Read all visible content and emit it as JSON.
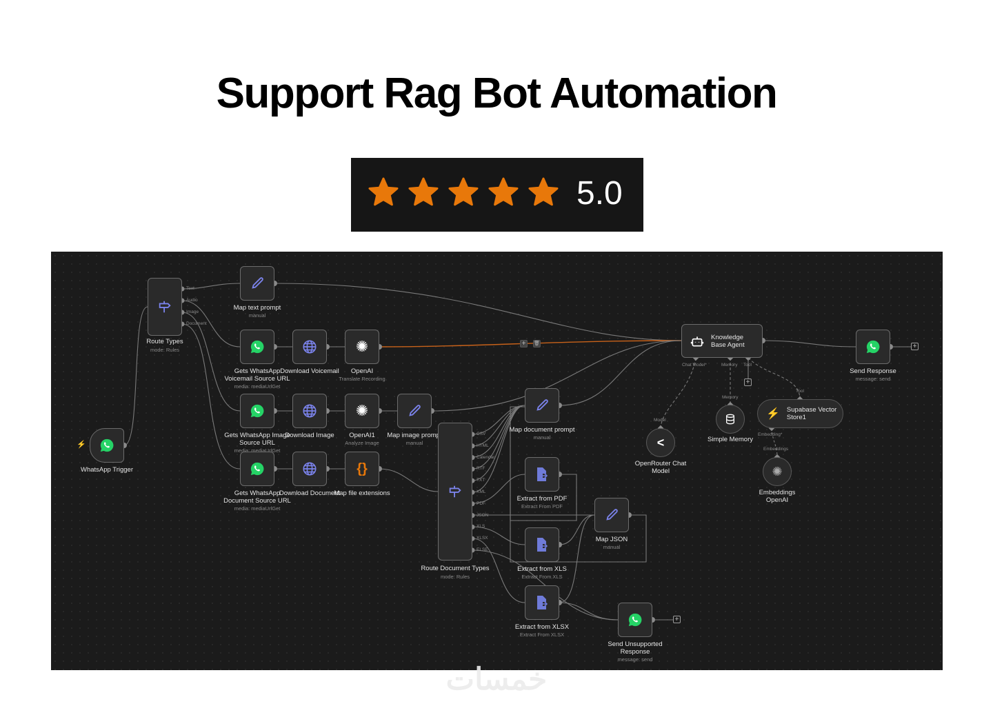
{
  "title": "Support Rag Bot Automation",
  "rating": {
    "stars": 5,
    "max": 5,
    "score": "5.0",
    "star_color": "#e8780a"
  },
  "watermark": "خمسات",
  "nodes": {
    "trigger": {
      "label": "WhatsApp Trigger"
    },
    "route_types": {
      "label": "Route Types",
      "sub": "mode: Rules",
      "ports": [
        "Text",
        "Audio",
        "Image",
        "Document"
      ]
    },
    "map_text": {
      "label": "Map text prompt",
      "sub": "manual"
    },
    "voicemail_url": {
      "label1": "Gets WhatsApp",
      "label2": "Voicemail Source URL",
      "sub": "media: mediaUrlGet"
    },
    "download_voicemail": {
      "label": "Download Voicemail"
    },
    "openai": {
      "label": "OpenAI",
      "sub": "Translate Recording"
    },
    "image_url": {
      "label1": "Gets WhatsApp Image",
      "label2": "Source URL",
      "sub": "media: mediaUrlGet"
    },
    "download_image": {
      "label": "Download Image"
    },
    "openai1": {
      "label": "OpenAI1",
      "sub": "Analyze Image"
    },
    "map_image": {
      "label": "Map image prompt",
      "sub": "manual"
    },
    "doc_url": {
      "label1": "Gets WhatsApp",
      "label2": "Document Source URL",
      "sub": "media: mediaUrlGet"
    },
    "download_doc": {
      "label": "Download Document"
    },
    "map_ext": {
      "label": "Map file extensions"
    },
    "route_doc": {
      "label": "Route Document Types",
      "sub": "mode: Rules",
      "ports": [
        "CSV",
        "HTML",
        "Calendar",
        "RTF",
        "TXT",
        "XML",
        "PDF",
        "JSON",
        "XLS",
        "XLSX",
        "ELSE"
      ]
    },
    "map_doc": {
      "label": "Map document prompt",
      "sub": "manual"
    },
    "extract_pdf": {
      "label": "Extract from PDF",
      "sub": "Extract From PDF"
    },
    "map_json": {
      "label": "Map JSON",
      "sub": "manual"
    },
    "extract_xls": {
      "label": "Extract from XLS",
      "sub": "Extract From XLS"
    },
    "extract_xlsx": {
      "label": "Extract from XLSX",
      "sub": "Extract From XLSX"
    },
    "send_unsupported": {
      "label1": "Send Unsupported",
      "label2": "Response",
      "sub": "message: send"
    },
    "agent": {
      "label1": "Knowledge",
      "label2": "Base Agent",
      "ports": [
        "Chat Model*",
        "Memory",
        "Tool"
      ]
    },
    "send_response": {
      "label": "Send Response",
      "sub": "message: send"
    },
    "openrouter": {
      "label1": "OpenRouter Chat",
      "label2": "Model",
      "port": "Model"
    },
    "memory": {
      "label": "Simple Memory",
      "port": "Memory"
    },
    "supabase": {
      "label1": "Supabase Vector",
      "label2": "Store1",
      "port_top": "Tool",
      "port_bottom": "Embedding*"
    },
    "embeddings": {
      "label1": "Embeddings",
      "label2": "OpenAI",
      "port": "Embeddings"
    }
  },
  "colors": {
    "canvas": "#1b1b1b",
    "node": "#2a2a2a",
    "accent": "#7b83eb",
    "whatsapp": "#25d366",
    "active_edge": "#c8621a"
  }
}
